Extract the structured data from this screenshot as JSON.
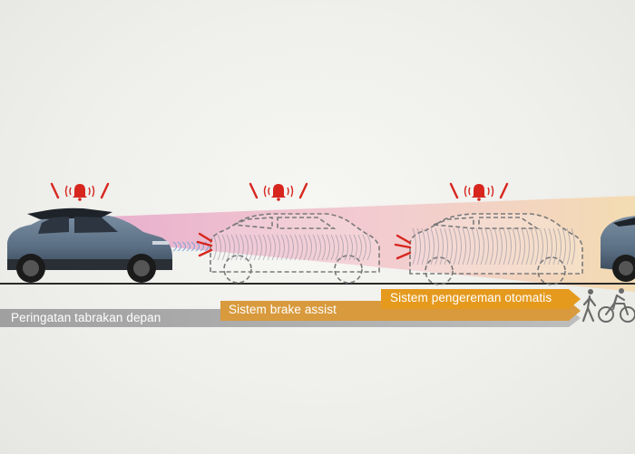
{
  "stages": {
    "forward_collision_warning": "Peringatan tabrakan depan",
    "brake_assist": "Sistem brake assist",
    "automatic_braking": "Sistem pengereman otomatis"
  },
  "icons": {
    "warning": "alarm-bell-icon",
    "pedestrian": "pedestrian-icon",
    "cyclist": "cyclist-icon"
  },
  "colors": {
    "warning_bar": "#9c9c9c",
    "brake_assist_bar": "#d89a3c",
    "automatic_braking_bar": "#e59a1e",
    "alarm_red": "#d7261e"
  }
}
